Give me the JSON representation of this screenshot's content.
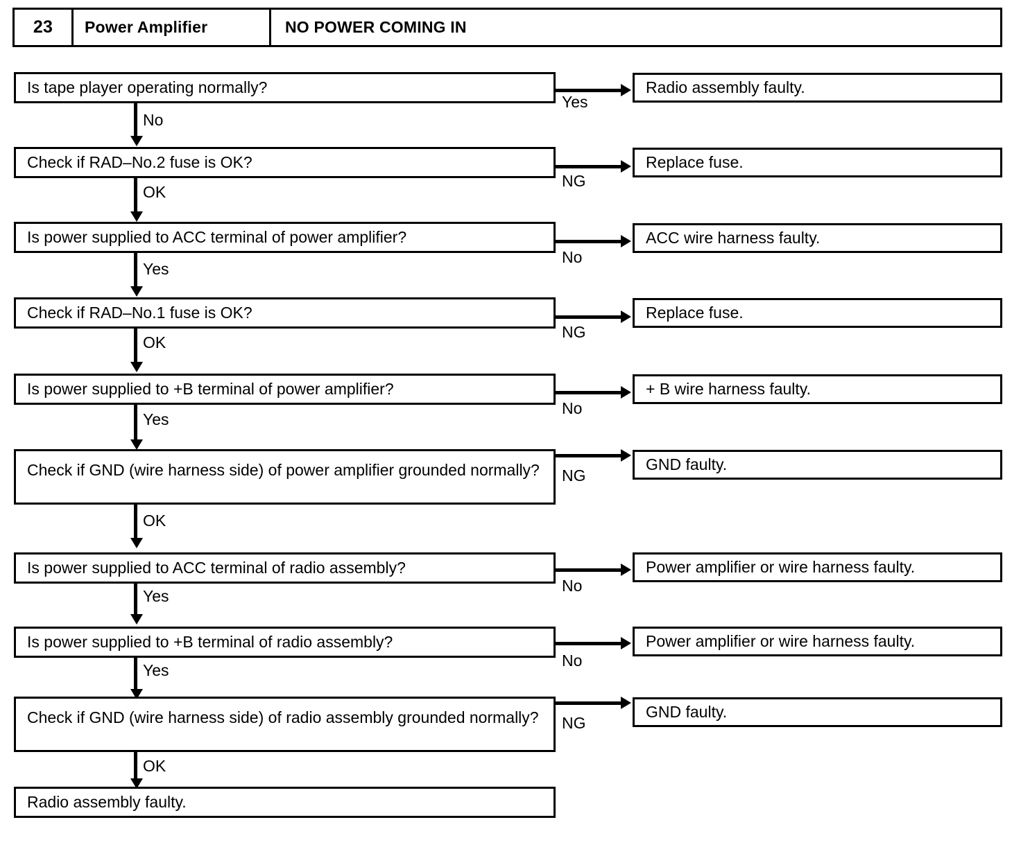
{
  "header": {
    "number": "23",
    "component": "Power Amplifier",
    "symptom": "NO POWER COMING IN"
  },
  "flowchart": {
    "type": "troubleshooting-flowchart",
    "steps": [
      {
        "id": "step-1",
        "question": "Is tape player operating normally?",
        "branch_label": "Yes",
        "branch_result": "Radio assembly faulty.",
        "down_label": "No"
      },
      {
        "id": "step-2",
        "question": "Check if RAD–No.2 fuse is OK?",
        "branch_label": "NG",
        "branch_result": "Replace fuse.",
        "down_label": "OK"
      },
      {
        "id": "step-3",
        "question": "Is power supplied to ACC terminal of power amplifier?",
        "branch_label": "No",
        "branch_result": "ACC wire harness faulty.",
        "down_label": "Yes"
      },
      {
        "id": "step-4",
        "question": "Check if RAD–No.1 fuse is OK?",
        "branch_label": "NG",
        "branch_result": "Replace fuse.",
        "down_label": "OK"
      },
      {
        "id": "step-5",
        "question": "Is power supplied to +B terminal of power amplifier?",
        "branch_label": "No",
        "branch_result": "+ B wire harness faulty.",
        "down_label": "Yes"
      },
      {
        "id": "step-6",
        "question": "Check if GND (wire harness side) of power amplifier grounded normally?",
        "branch_label": "NG",
        "branch_result": "GND faulty.",
        "down_label": "OK"
      },
      {
        "id": "step-7",
        "question": "Is power supplied to ACC terminal of radio assembly?",
        "branch_label": "No",
        "branch_result": "Power amplifier or wire harness faulty.",
        "down_label": "Yes"
      },
      {
        "id": "step-8",
        "question": "Is power supplied to +B terminal of radio assembly?",
        "branch_label": "No",
        "branch_result": "Power amplifier or wire harness faulty.",
        "down_label": "Yes"
      },
      {
        "id": "step-9",
        "question": "Check if GND (wire harness side) of radio assembly grounded normally?",
        "branch_label": "NG",
        "branch_result": "GND faulty.",
        "down_label": "OK"
      }
    ],
    "final": "Radio assembly faulty."
  },
  "colors": {
    "ink": "#000000",
    "paper": "#ffffff"
  }
}
